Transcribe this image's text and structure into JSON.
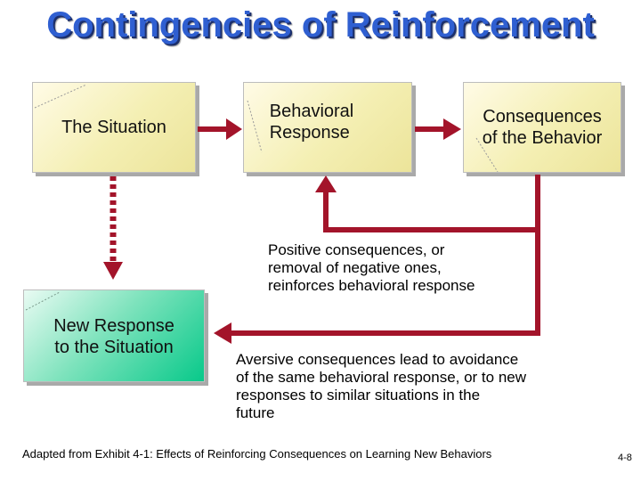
{
  "title": "Contingencies of Reinforcement",
  "boxes": {
    "situation": "The Situation",
    "behavioral_response_line1": "Behavioral",
    "behavioral_response_line2": "Response",
    "consequences_line1": "Consequences",
    "consequences_line2": "of the Behavior",
    "new_response_line1": "New Response",
    "new_response_line2": "to the Situation"
  },
  "notes": {
    "positive": [
      "Positive consequences, or",
      "removal of negative ones,",
      "reinforces behavioral response"
    ],
    "aversive": [
      "Aversive consequences lead to avoidance",
      "of the same behavioral response, or to new",
      "responses to similar situations in the",
      "future"
    ]
  },
  "caption": "Adapted from Exhibit 4-1: Effects of Reinforcing Consequences on Learning New Behaviors",
  "page_number": "4-8",
  "colors": {
    "title": "#2f5fd1",
    "arrow": "#a3142a",
    "box_yellow": "#f4efb3",
    "box_green": "#08c98a"
  }
}
